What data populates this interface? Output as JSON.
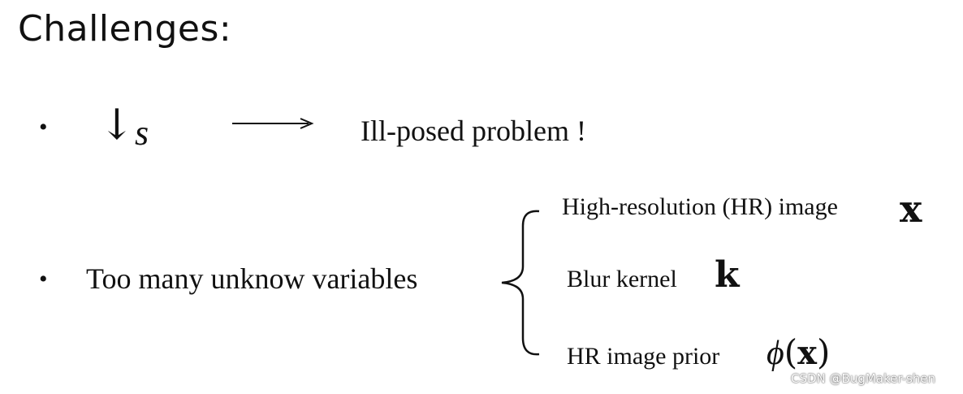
{
  "slide": {
    "title": "Challenges:",
    "bullet_glyph": "•",
    "row1": {
      "operator_arrow": "↓",
      "operator_subscript": "s",
      "result": "Ill-posed problem !"
    },
    "row2": {
      "label": "Too many unknow variables",
      "items": [
        {
          "label": "High-resolution (HR) image",
          "symbol": "x"
        },
        {
          "label": "Blur kernel",
          "symbol": "k"
        },
        {
          "label": "HR image prior",
          "symbol_phi": "ϕ",
          "symbol_open": "(",
          "symbol_arg": "x",
          "symbol_close": ")"
        }
      ]
    }
  },
  "watermark": "CSDN @BugMaker-shen"
}
